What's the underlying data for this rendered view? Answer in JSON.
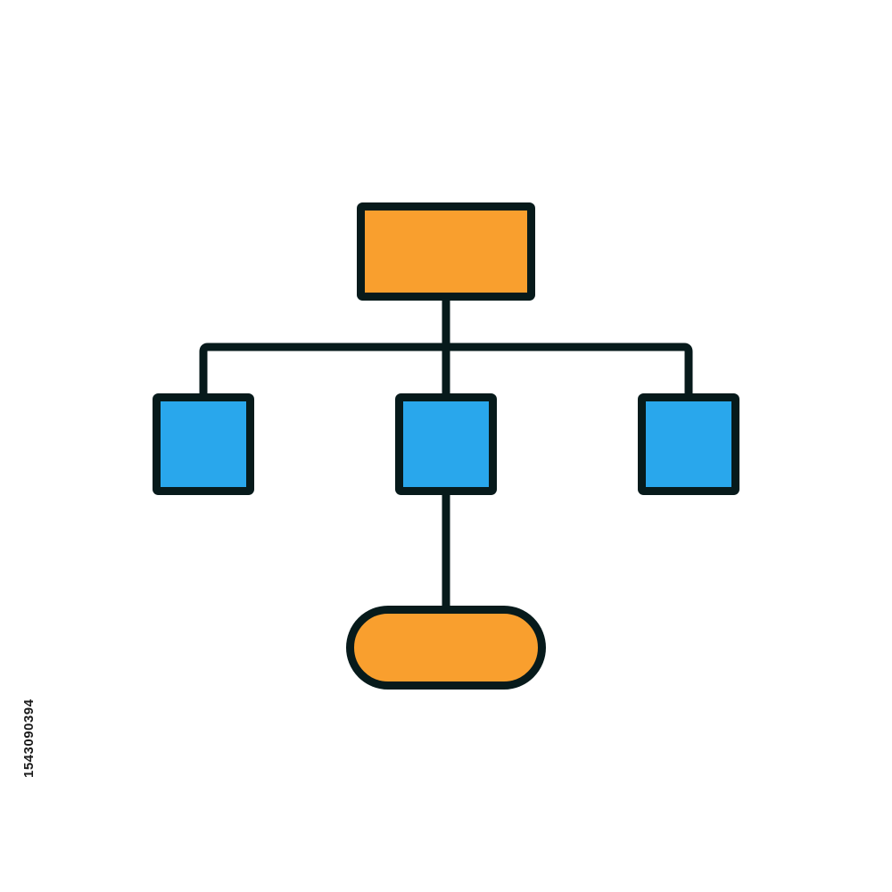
{
  "stock_id": "1543090394",
  "colors": {
    "background": "#ffffff",
    "outline": "#071a1b",
    "root_fill": "#f99f2e",
    "child_fill": "#29a7ec",
    "terminal_fill": "#f99f2e"
  },
  "diagram": {
    "root": {
      "icon": "rectangle-node"
    },
    "children": [
      {
        "icon": "square-node"
      },
      {
        "icon": "square-node"
      },
      {
        "icon": "square-node"
      }
    ],
    "terminal": {
      "icon": "pill-node"
    }
  }
}
